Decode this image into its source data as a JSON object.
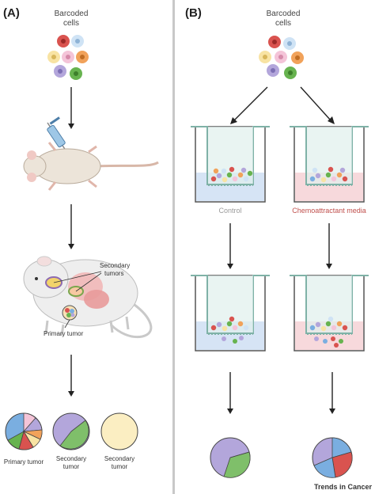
{
  "panel_a": {
    "label": "(A)",
    "cells_label_line1": "Barcoded",
    "cells_label_line2": "cells",
    "secondary_tumors_line1": "Secondary",
    "secondary_tumors_line2": "tumors",
    "primary_tumor_label": "Primary tumor",
    "pie_labels": [
      {
        "line1": "Primary tumor",
        "line2": ""
      },
      {
        "line1": "Secondary",
        "line2": "tumor"
      },
      {
        "line1": "Secondary",
        "line2": "tumor"
      }
    ]
  },
  "panel_b": {
    "label": "(B)",
    "cells_label_line1": "Barcoded",
    "cells_label_line2": "cells",
    "control_label": "Control",
    "chemo_label": "Chemoattractant media"
  },
  "footer": {
    "credit": "Trends in Cancer"
  },
  "colors": {
    "divider": "#c8c8c8",
    "control_text": "#9a9a9a",
    "chemo_text": "#c0504d",
    "control_media": "#d6e4f5",
    "chemo_media": "#f7d9dc",
    "insert": "#dff0ec",
    "insert_stroke": "#7fb2a7",
    "pie_purple": "#b3a6db",
    "pie_green": "#7fbf6a",
    "pie_yellow": "#fbeec2",
    "pie_blue": "#7aaee0",
    "pie_red": "#d9534f"
  }
}
